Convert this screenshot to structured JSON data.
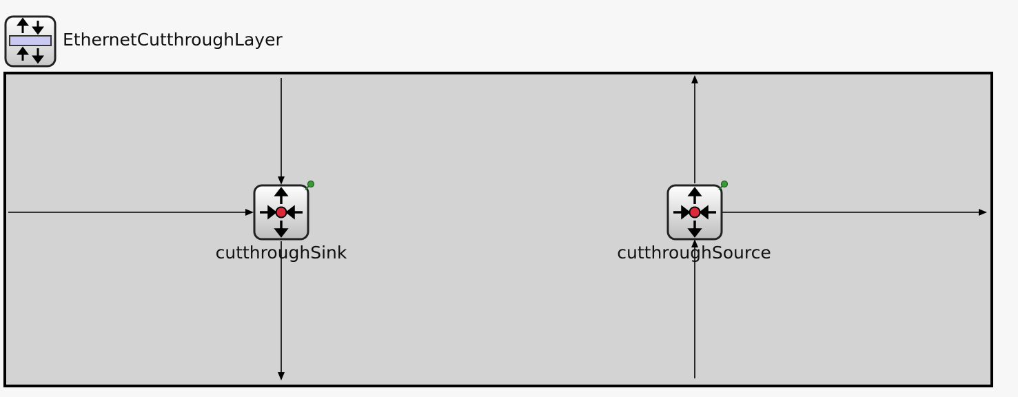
{
  "module": {
    "name": "EthernetCutthroughLayer",
    "icon": "layer-stack-icon"
  },
  "submodules": [
    {
      "name": "cutthroughSink",
      "icon": "block-join-icon",
      "status_icon": "green-pin-icon"
    },
    {
      "name": "cutthroughSource",
      "icon": "block-join-icon",
      "status_icon": "green-pin-icon"
    }
  ],
  "colors": {
    "canvas_bg": "#d3d3d3",
    "border": "#000000",
    "dot": "#dd2a3a",
    "pin": "#3a9a3a"
  }
}
